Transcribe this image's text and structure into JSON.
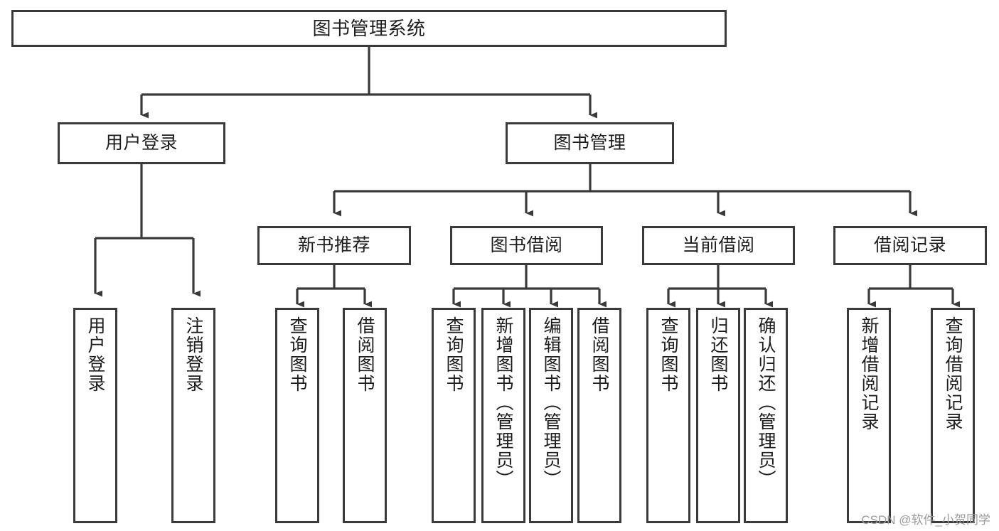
{
  "diagram": {
    "title": "图书管理系统",
    "type": "tree-hierarchy",
    "watermark": "CSDN @软件_小贺同学",
    "colors": {
      "border": "#3a3a3a",
      "background": "#ffffff",
      "text": "#1d1d1d",
      "watermark": "#9b9b9b"
    }
  },
  "nodes": {
    "root": {
      "label": "图书管理系统"
    },
    "level2": [
      {
        "id": "user-login",
        "label": "用户登录"
      },
      {
        "id": "book-management",
        "label": "图书管理"
      }
    ],
    "level3": [
      {
        "id": "new-book-recommend",
        "label": "新书推荐"
      },
      {
        "id": "book-borrow",
        "label": "图书借阅"
      },
      {
        "id": "current-borrow",
        "label": "当前借阅"
      },
      {
        "id": "borrow-record",
        "label": "借阅记录"
      }
    ],
    "leaves": [
      {
        "id": "leaf-user-login",
        "label": "用户登录",
        "parent": "user-login"
      },
      {
        "id": "leaf-logout",
        "label": "注销登录",
        "parent": "user-login"
      },
      {
        "id": "leaf-query-book-1",
        "label": "查询图书",
        "parent": "new-book-recommend"
      },
      {
        "id": "leaf-borrow-book-1",
        "label": "借阅图书",
        "parent": "new-book-recommend"
      },
      {
        "id": "leaf-query-book-2",
        "label": "查询图书",
        "parent": "book-borrow"
      },
      {
        "id": "leaf-add-book",
        "label": "新增图书（管理员）",
        "parent": "book-borrow"
      },
      {
        "id": "leaf-edit-book",
        "label": "编辑图书（管理员）",
        "parent": "book-borrow"
      },
      {
        "id": "leaf-borrow-book-2",
        "label": "借阅图书",
        "parent": "book-borrow"
      },
      {
        "id": "leaf-query-book-3",
        "label": "查询图书",
        "parent": "current-borrow"
      },
      {
        "id": "leaf-return-book",
        "label": "归还图书",
        "parent": "current-borrow"
      },
      {
        "id": "leaf-confirm-return",
        "label": "确认归还（管理员）",
        "parent": "current-borrow"
      },
      {
        "id": "leaf-add-record",
        "label": "新增借阅记录",
        "parent": "borrow-record"
      },
      {
        "id": "leaf-query-record",
        "label": "查询借阅记录",
        "parent": "borrow-record"
      }
    ]
  }
}
